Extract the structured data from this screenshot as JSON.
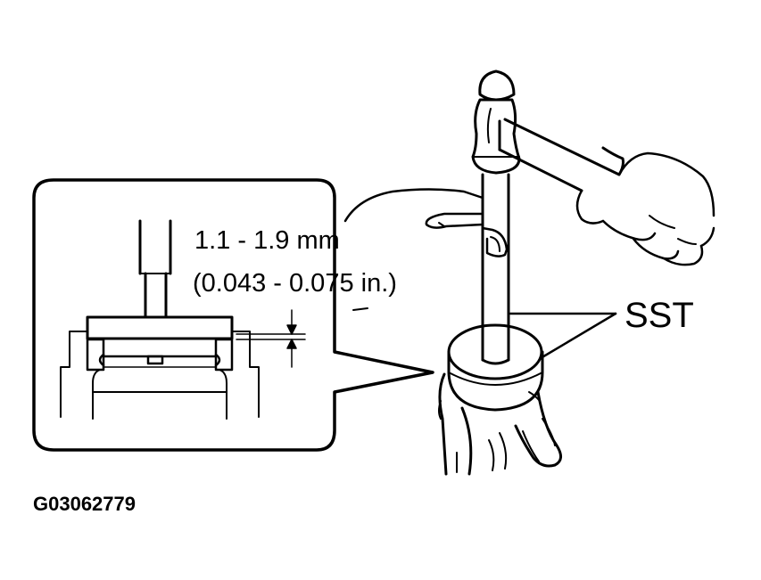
{
  "callout": {
    "spec_mm": "1.1 - 1.9 mm",
    "spec_in": "(0.043 - 0.075 in.)"
  },
  "tool_label": "SST",
  "figure_code": "G03062779",
  "colors": {
    "ink": "#000000",
    "paper": "#ffffff"
  }
}
